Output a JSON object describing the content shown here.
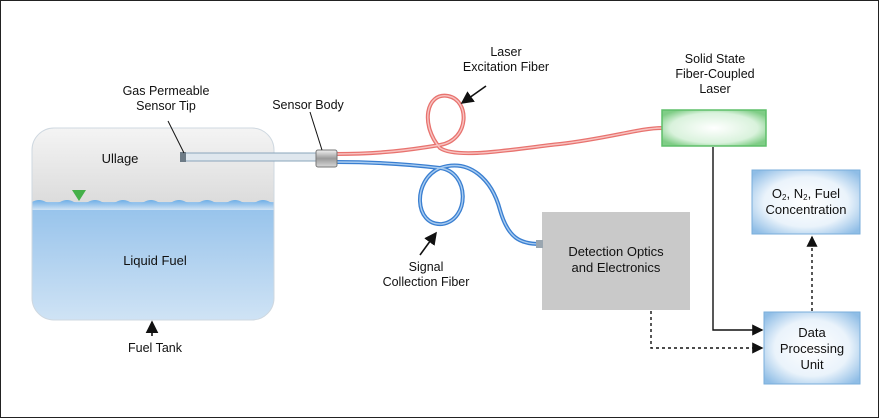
{
  "labels": {
    "gas_tip_line1": "Gas Permeable",
    "gas_tip_line2": "Sensor Tip",
    "sensor_body": "Sensor Body",
    "laser_fiber_line1": "Laser",
    "laser_fiber_line2": "Excitation Fiber",
    "laser_line1": "Solid State",
    "laser_line2": "Fiber-Coupled",
    "laser_line3": "Laser",
    "ullage": "Ullage",
    "liquid_fuel": "Liquid Fuel",
    "fuel_tank": "Fuel Tank",
    "signal_line1": "Signal",
    "signal_line2": "Collection Fiber",
    "detection_line1": "Detection Optics",
    "detection_line2": "and Electronics",
    "data_line1": "Data",
    "data_line2": "Processing",
    "data_line3": "Unit",
    "conc_O": "O",
    "conc_sub2a": "2",
    "conc_sep1": ", N",
    "conc_sub2b": "2",
    "conc_sep2": ", Fuel",
    "conc_line2": "Concentration"
  },
  "colors": {
    "laser_fiber": "#e8736f",
    "signal_fiber": "#3a7fd1",
    "liquid": "#7fb6e6",
    "ullage": "#eeeeee",
    "detection_box": "#c9c9c9",
    "laser_box": "#5fbf6a",
    "indicator": "#44b04a"
  }
}
